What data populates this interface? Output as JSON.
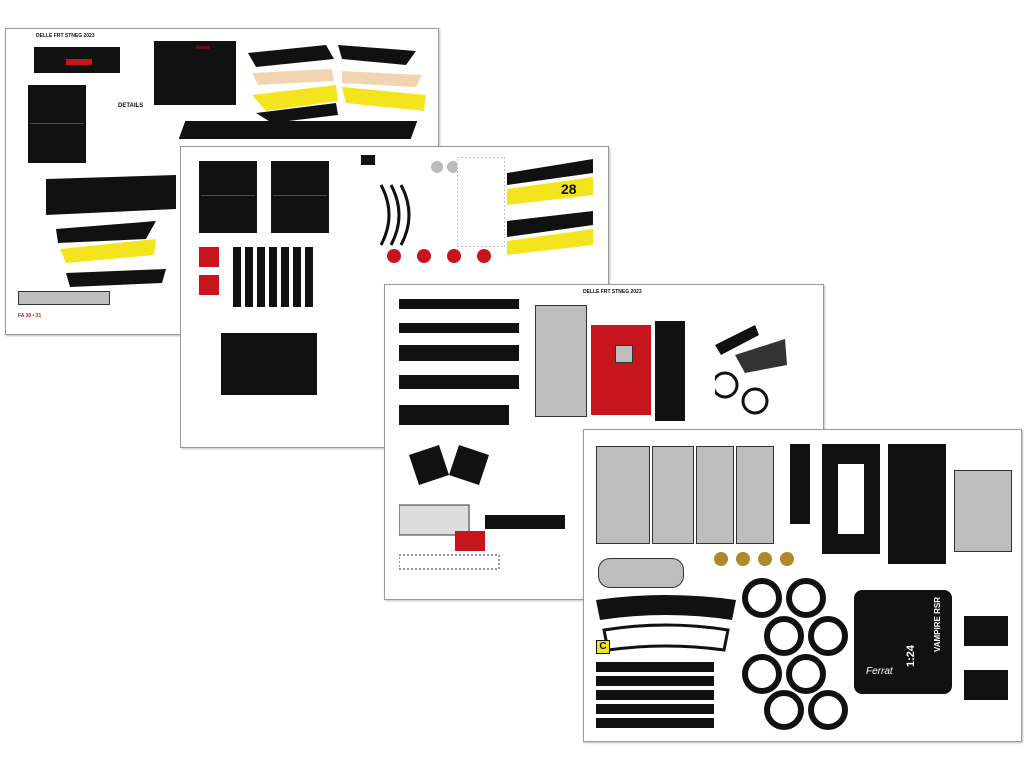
{
  "sheets": [
    {
      "id": "A",
      "title": "DELLE FRT STNEG 2023",
      "details_label": "DETAILS",
      "page_label": "FA  30 • 31",
      "brand": "Ferrat"
    },
    {
      "id": "B",
      "title": "DELLE FRT STNEG 2023",
      "number": "28"
    },
    {
      "id": "C",
      "title": "DELLE FRT STNEG 2023"
    },
    {
      "id": "D",
      "corner_letter": "C",
      "box_brand": "Ferrat",
      "box_model": "VAMPIRE RSR",
      "box_scale": "1:24"
    }
  ],
  "colors": {
    "black": "#111111",
    "red": "#c8141d",
    "yellow": "#f4e41d",
    "gold": "#b08a2a",
    "grey": "#bdbdbd"
  }
}
